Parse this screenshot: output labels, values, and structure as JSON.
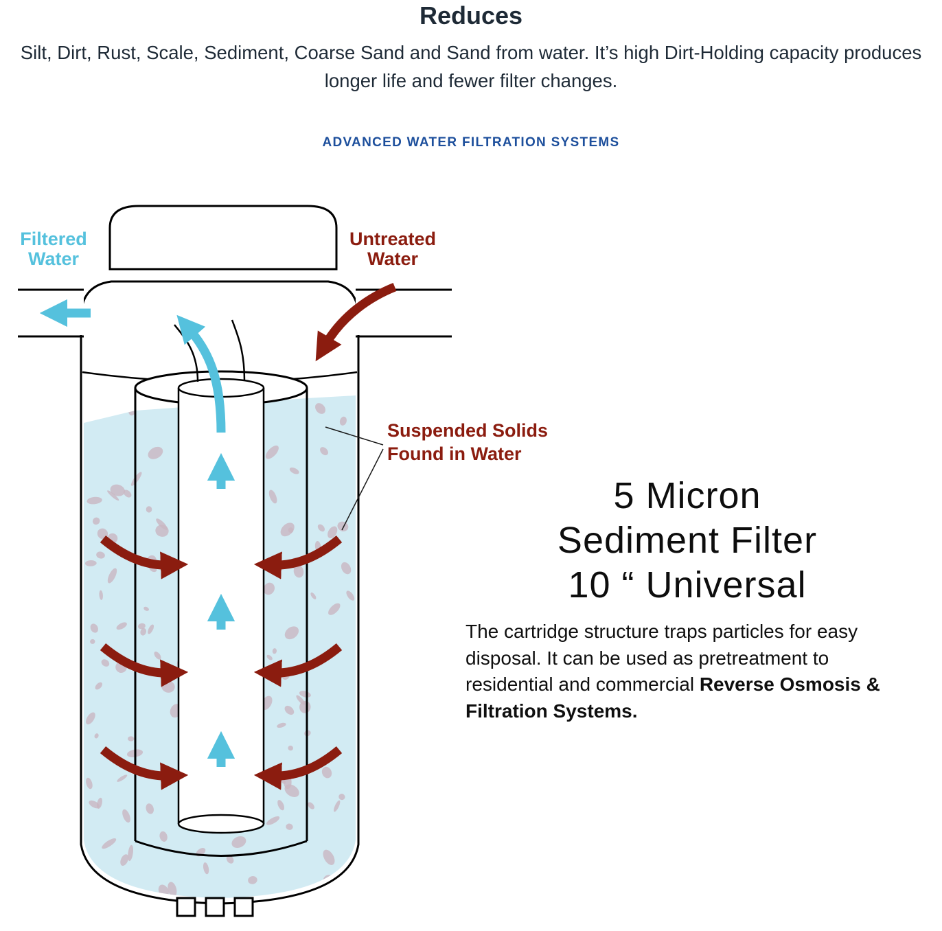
{
  "header": {
    "title": "Reduces",
    "subtitle": "Silt, Dirt, Rust, Scale, Sediment, Coarse Sand and Sand from water. It’s high Dirt-Holding capacity produces longer life and fewer filter changes.",
    "brand": "ADVANCED WATER FILTRATION SYSTEMS"
  },
  "diagram": {
    "filtered_water": {
      "line1": "Filtered",
      "line2": "Water"
    },
    "untreated_water": {
      "line1": "Untreated",
      "line2": "Water"
    },
    "suspended_solids": {
      "line1": "Suspended Solids",
      "line2": "Found in Water"
    }
  },
  "product": {
    "headline_line1": "5 Micron",
    "headline_line2": "Sediment Filter",
    "headline_line3": "10 “ Universal",
    "description": "The cartridge structure traps particles for easy disposal. It can be used as pretreatment to residential and commercial ",
    "description_bold": "Reverse Osmosis & Filtration Systems."
  },
  "colors": {
    "cyan": "#55c1dd",
    "dark_red": "#8b1c0f",
    "water": "#d2ebf3",
    "speckle": "#c9b7c2",
    "brand_blue": "#1d4f9c",
    "ink": "#1e2a36"
  }
}
